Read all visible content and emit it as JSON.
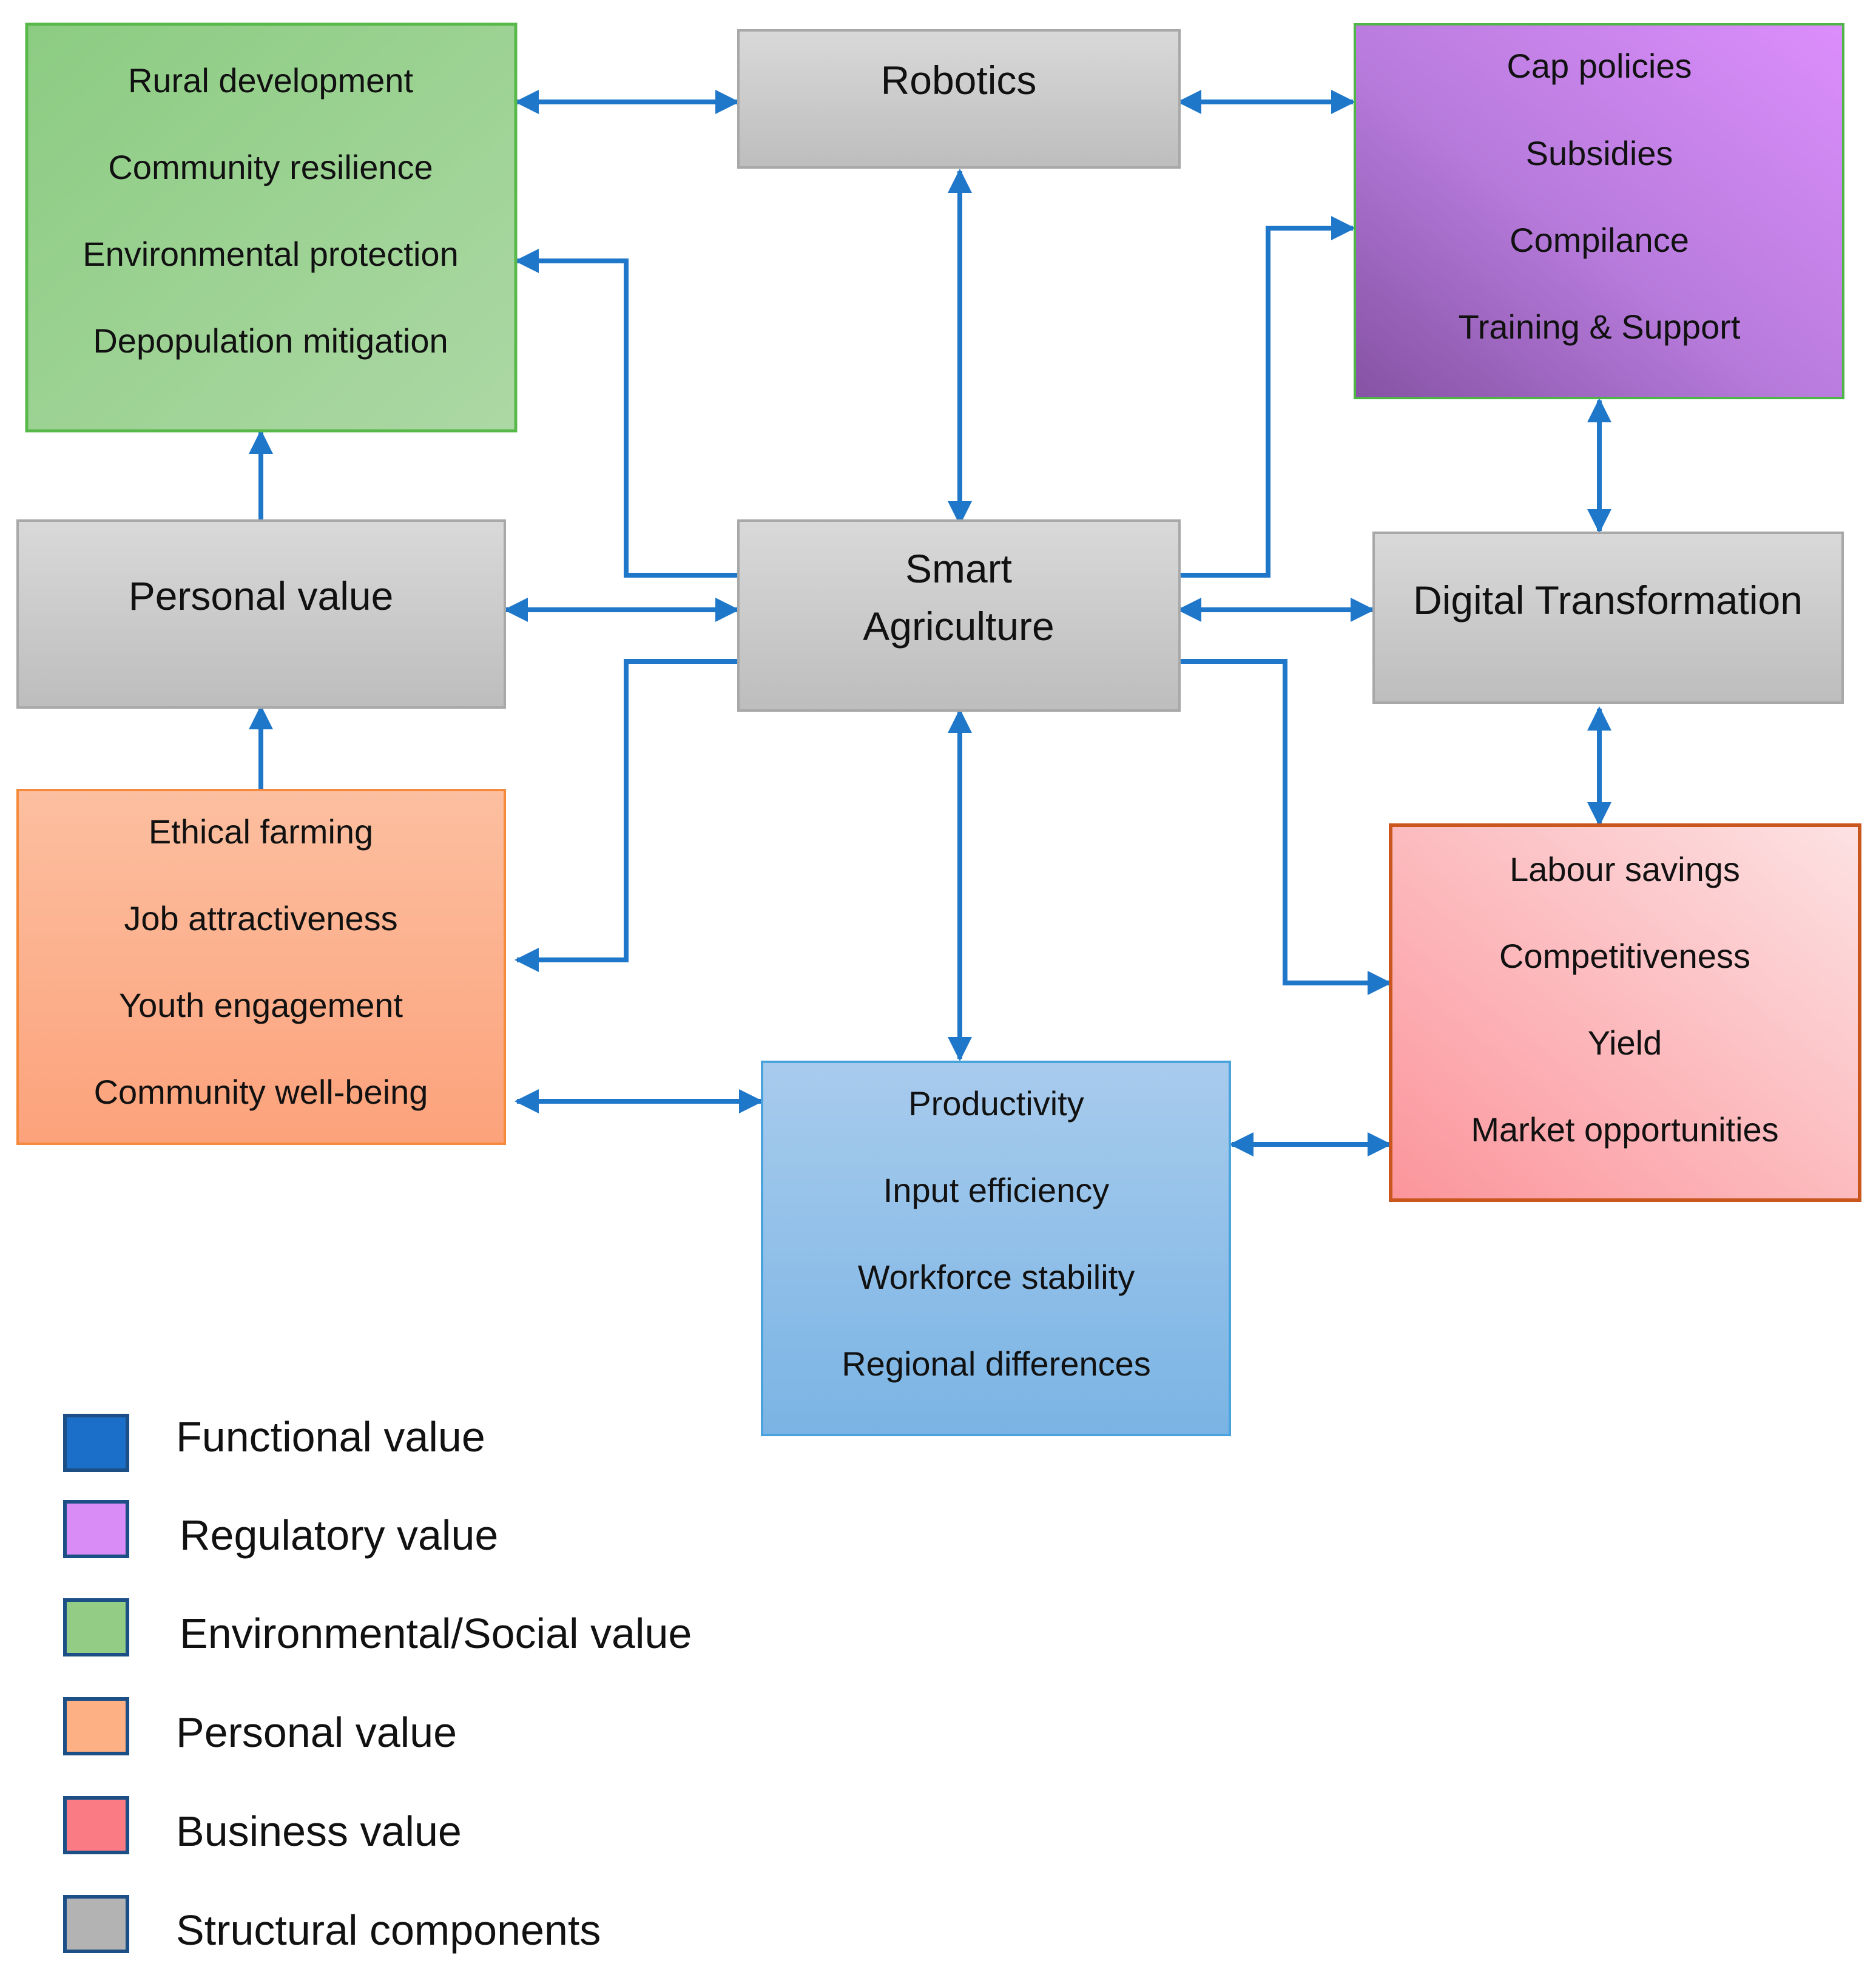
{
  "colors": {
    "arrow": "#1f77c9",
    "structural": "#bdbdbd",
    "environmental_social": "#92cc85",
    "regulatory": "#d98cf5",
    "personal": "#fca982",
    "business": "#fb8e95",
    "functional": "#7fb9e6",
    "functional_legend": "#1b6fc9"
  },
  "nodes": {
    "robotics": {
      "label": "Robotics"
    },
    "smart_agriculture": {
      "lines": [
        "Smart",
        "Agriculture"
      ]
    },
    "personal_value": {
      "label": "Personal value"
    },
    "digital_transformation": {
      "label": "Digital Transformation"
    },
    "environmental_social": {
      "items": [
        "Rural development",
        "Community resilience",
        "Environmental protection",
        "Depopulation mitigation"
      ]
    },
    "regulatory": {
      "items": [
        "Cap policies",
        "Subsidies",
        "Compilance",
        "Training & Support"
      ]
    },
    "personal": {
      "items": [
        "Ethical farming",
        "Job attractiveness",
        "Youth engagement",
        "Community well-being"
      ]
    },
    "business": {
      "items": [
        "Labour savings",
        "Competitiveness",
        "Yield",
        "Market opportunities"
      ]
    },
    "functional": {
      "items": [
        "Productivity",
        "Input efficiency",
        "Workforce stability",
        "Regional differences"
      ]
    }
  },
  "legend": [
    {
      "label": "Functional value",
      "color": "#1b6fc9"
    },
    {
      "label": "Regulatory value",
      "color": "#d98cf5"
    },
    {
      "label": "Environmental/Social value",
      "color": "#92cc85"
    },
    {
      "label": "Personal value",
      "color": "#fca982"
    },
    {
      "label": "Business value",
      "color": "#fb8e95"
    },
    {
      "label": "Structural components",
      "color": "#b3b3b3"
    }
  ]
}
